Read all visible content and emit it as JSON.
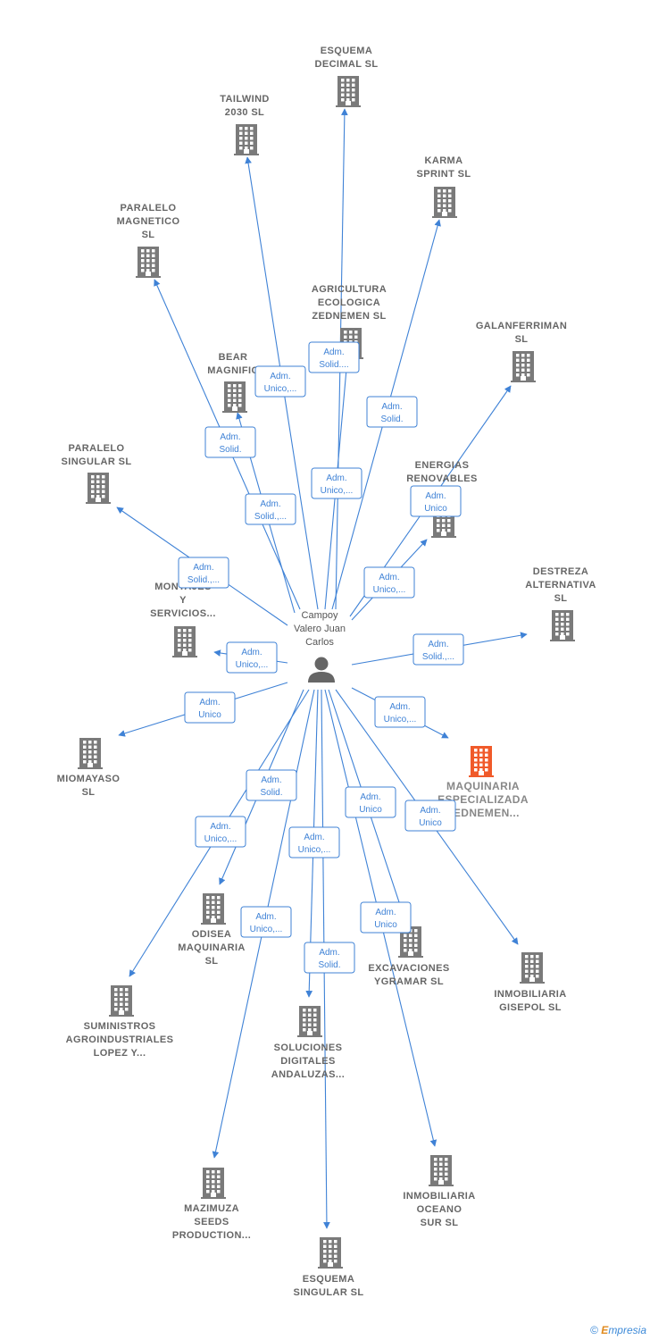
{
  "person": {
    "name_lines": [
      "Campoy",
      "Valero Juan",
      "Carlos"
    ]
  },
  "companies": [
    {
      "id": "esquema-decimal",
      "lines": [
        "ESQUEMA",
        "DECIMAL  SL"
      ]
    },
    {
      "id": "tailwind-2030",
      "lines": [
        "TAILWIND",
        "2030  SL"
      ]
    },
    {
      "id": "karma-sprint",
      "lines": [
        "KARMA",
        "SPRINT  SL"
      ]
    },
    {
      "id": "paralelo-magnetico",
      "lines": [
        "PARALELO",
        "MAGNETICO",
        "SL"
      ]
    },
    {
      "id": "agricultura-ecologica",
      "lines": [
        "AGRICULTURA",
        "ECOLOGICA",
        "ZEDNEMEN  SL"
      ]
    },
    {
      "id": "galanferriman",
      "lines": [
        "GALANFERRIMAN",
        "SL"
      ]
    },
    {
      "id": "bear-magnific",
      "lines": [
        "BEAR",
        "MAGNIFIC"
      ]
    },
    {
      "id": "paralelo-singular",
      "lines": [
        "PARALELO",
        "SINGULAR  SL"
      ]
    },
    {
      "id": "energias-renovables",
      "lines": [
        "ENERGIAS",
        "RENOVABLES",
        "D   IO  SL"
      ]
    },
    {
      "id": "montajes-servicios",
      "lines": [
        "MONTAJES",
        "Y",
        "SERVICIOS..."
      ]
    },
    {
      "id": "destreza-alternativa",
      "lines": [
        "DESTREZA",
        "ALTERNATIVA",
        "SL"
      ]
    },
    {
      "id": "miomayaso",
      "lines": [
        "MIOMAYASO",
        "SL"
      ]
    },
    {
      "id": "maquinaria-especializada",
      "lines": [
        "MAQUINARIA",
        "ESPECIALIZADA",
        "ZEDNEMEN..."
      ],
      "focus": true
    },
    {
      "id": "odisea-maquinaria",
      "lines": [
        "ODISEA",
        "MAQUINARIA",
        "SL"
      ]
    },
    {
      "id": "excavaciones-ygramar",
      "lines": [
        "EXCAVACIONES",
        "YGRAMAR SL"
      ]
    },
    {
      "id": "inmobiliaria-gisepol",
      "lines": [
        "INMOBILIARIA",
        "GISEPOL  SL"
      ]
    },
    {
      "id": "suministros-agroindustriales",
      "lines": [
        "SUMINISTROS",
        "AGROINDUSTRIALES",
        "LOPEZ Y..."
      ]
    },
    {
      "id": "soluciones-digitales",
      "lines": [
        "SOLUCIONES",
        "DIGITALES",
        "ANDALUZAS..."
      ]
    },
    {
      "id": "mazimuza-seeds",
      "lines": [
        "MAZIMUZA",
        "SEEDS",
        "PRODUCTION..."
      ]
    },
    {
      "id": "inmobiliaria-oceano",
      "lines": [
        "INMOBILIARIA",
        "OCEANO",
        "SUR  SL"
      ]
    },
    {
      "id": "esquema-singular",
      "lines": [
        "ESQUEMA",
        "SINGULAR  SL"
      ]
    }
  ],
  "roles": [
    {
      "lines": [
        "Adm.",
        "Solid...."
      ]
    },
    {
      "lines": [
        "Adm.",
        "Unico,..."
      ]
    },
    {
      "lines": [
        "Adm.",
        "Solid."
      ]
    },
    {
      "lines": [
        "Adm.",
        "Solid."
      ]
    },
    {
      "lines": [
        "Adm.",
        "Unico,..."
      ]
    },
    {
      "lines": [
        "Adm.",
        "Solid.,..."
      ]
    },
    {
      "lines": [
        "Adm.",
        "Unico"
      ]
    },
    {
      "lines": [
        "Adm.",
        "Solid.,..."
      ]
    },
    {
      "lines": [
        "Adm.",
        "Unico,..."
      ]
    },
    {
      "lines": [
        "Adm.",
        "Unico,..."
      ]
    },
    {
      "lines": [
        "Adm.",
        "Solid.,..."
      ]
    },
    {
      "lines": [
        "Adm.",
        "Unico"
      ]
    },
    {
      "lines": [
        "Adm.",
        "Unico,..."
      ]
    },
    {
      "lines": [
        "Adm.",
        "Solid."
      ]
    },
    {
      "lines": [
        "Adm.",
        "Unico,..."
      ]
    },
    {
      "lines": [
        "Adm.",
        "Unico,..."
      ]
    },
    {
      "lines": [
        "Adm.",
        "Unico"
      ]
    },
    {
      "lines": [
        "Adm.",
        "Unico"
      ]
    },
    {
      "lines": [
        "Adm.",
        "Unico,..."
      ]
    },
    {
      "lines": [
        "Adm.",
        "Solid."
      ]
    },
    {
      "lines": [
        "Adm.",
        "Unico"
      ]
    }
  ],
  "colors": {
    "edge": "#3f82d6",
    "building": "#7a7a7a",
    "focus_building": "#f05a2a",
    "person": "#666666"
  },
  "watermark": {
    "copyright": "©",
    "brand_first": "E",
    "brand_rest": "mpresia"
  }
}
